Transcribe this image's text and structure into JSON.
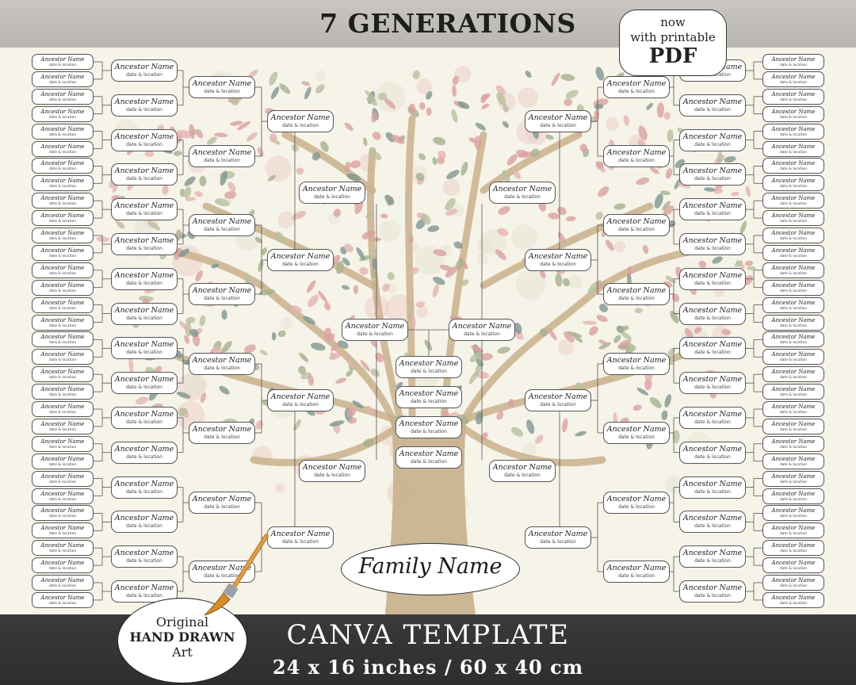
{
  "header": {
    "title": "7 GENERATIONS"
  },
  "badge_pdf": {
    "line1": "now",
    "line2": "with printable",
    "line3": "PDF"
  },
  "placeholder": {
    "name": "Ancestor Name",
    "detail": "date & location"
  },
  "family": {
    "name": "Family Name"
  },
  "footer": {
    "title": "CANVA TEMPLATE",
    "size": "24 x 16 inches / 60 x 40 cm"
  },
  "badge_art": {
    "line1": "Original",
    "line2": "HAND DRAWN",
    "line3": "Art"
  },
  "tree": {
    "generations": 7,
    "root_count": 4,
    "per_side": {
      "gen2": 1,
      "gen3": 2,
      "gen4": 4,
      "gen5": 8,
      "gen6": 16,
      "gen7": 32
    }
  },
  "icons": [
    "paintbrush-icon",
    "tree-illustration"
  ],
  "colors": {
    "paper": "#f6f3e8",
    "trunk": "#c9b18f",
    "leaf_pink": "#d9a1a0",
    "leaf_green": "#a5b08d",
    "leaf_teal": "#7f9690",
    "banner_dark": "#333333",
    "banner_light": "#c2bfba"
  }
}
